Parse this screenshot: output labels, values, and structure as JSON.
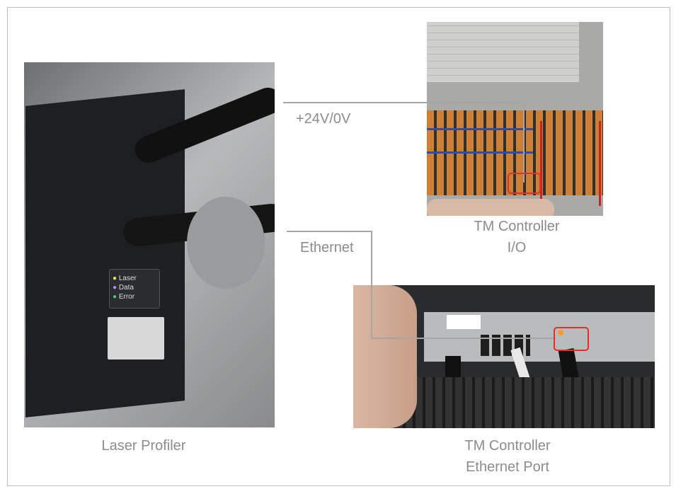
{
  "labels": {
    "power": "+24V/0V",
    "ethernet": "Ethernet",
    "controller_io_line1": "TM Controller",
    "controller_io_line2": "I/O",
    "laser_profiler": "Laser Profiler",
    "controller_eth_line1": "TM Controller",
    "controller_eth_line2": "Ethernet Port"
  },
  "profiler_indicators": [
    "Laser",
    "Data",
    "Error"
  ],
  "colors": {
    "connector_line": "#a6a6a6",
    "highlight": "#e03030",
    "label": "#8c8c8c"
  }
}
